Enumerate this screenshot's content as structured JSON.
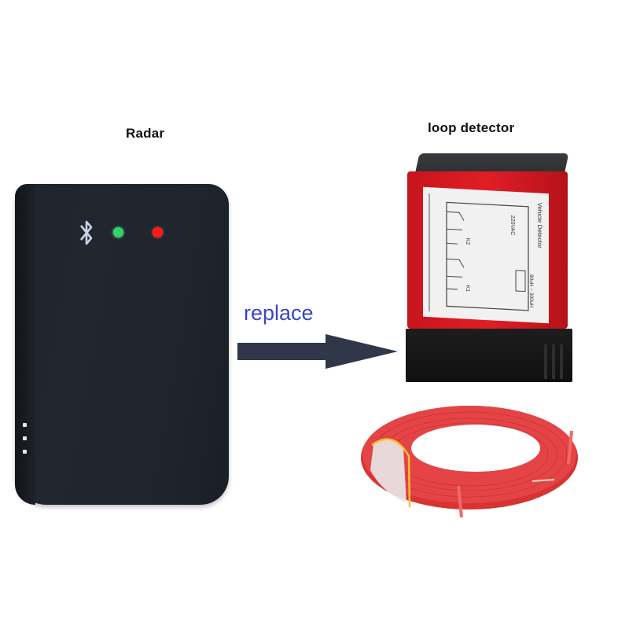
{
  "labels": {
    "left_product": "Radar",
    "right_product": "loop detector",
    "action": "replace"
  },
  "radar": {
    "icons": [
      "bluetooth-icon",
      "green-led",
      "red-led"
    ],
    "colors": {
      "body": "#1f252d",
      "led_green": "#2fd46b",
      "led_red": "#ff1a1a",
      "bluetooth": "#c9d4e6"
    }
  },
  "loop_detector": {
    "panel_title": "Vehicle Detector",
    "power_label": "220VAC",
    "range_label": "80uH ~ 300uH",
    "relays": [
      "K1",
      "K2"
    ],
    "colors": {
      "body": "#d9181f",
      "base": "#141415",
      "panel": "#f1f1f1"
    }
  },
  "arrow": {
    "color": "#2f3748",
    "direction": "right"
  },
  "wire_coil": {
    "color": "#e0393a",
    "band_color": "#f2c230"
  }
}
